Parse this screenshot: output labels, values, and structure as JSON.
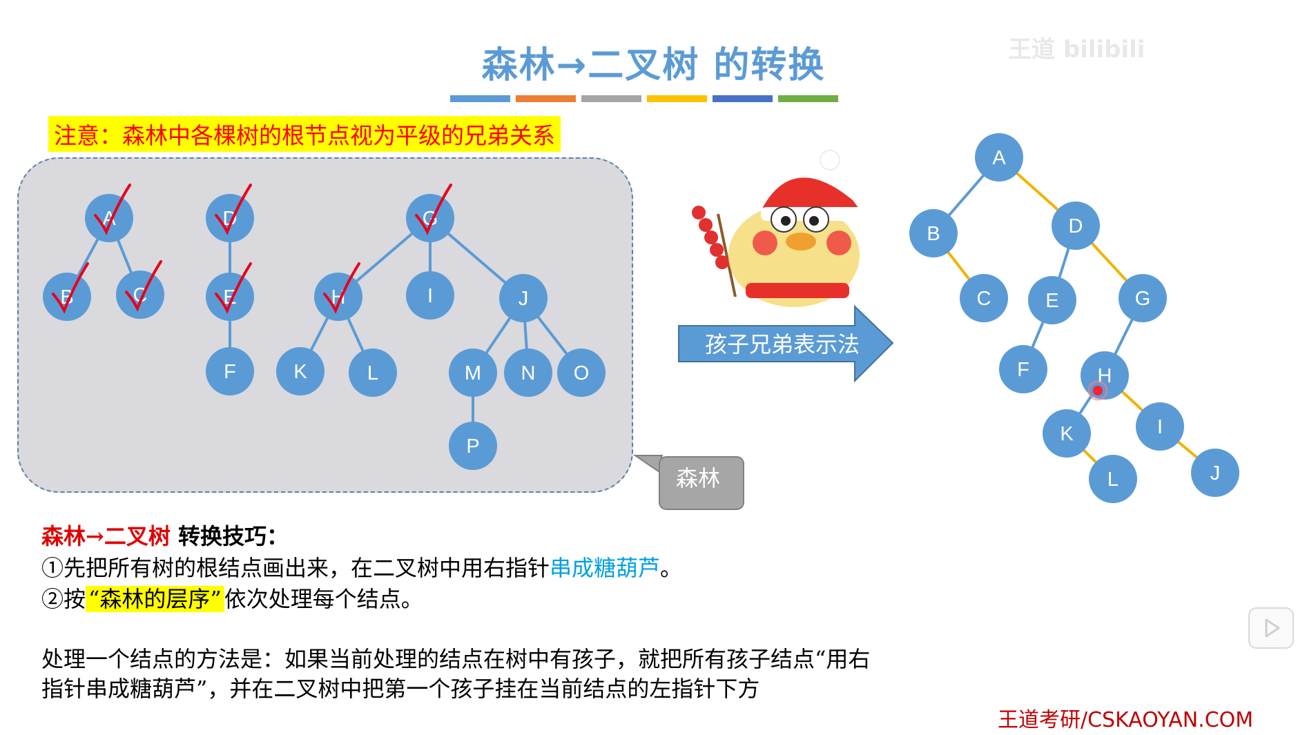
{
  "title": "森林→二叉树 的转换",
  "watermark": "王道 bilibili",
  "colors": {
    "node": "#5b9bd5",
    "binary_right_edge": "#f0b400",
    "binary_left_edge": "#5b9bd5",
    "check": "#e8001c",
    "highlight": "#ffff00"
  },
  "colorbar": [
    "#5b9bd5",
    "#ed7d31",
    "#a5a5a5",
    "#ffc000",
    "#4472c4",
    "#70ad47"
  ],
  "note": "注意：森林中各棵树的根节点视为平级的兄弟关系",
  "forest": {
    "callout": "森林",
    "nodes": [
      {
        "id": "A",
        "label": "A"
      },
      {
        "id": "B",
        "label": "B"
      },
      {
        "id": "C",
        "label": "C"
      },
      {
        "id": "D",
        "label": "D"
      },
      {
        "id": "E",
        "label": "E"
      },
      {
        "id": "F",
        "label": "F"
      },
      {
        "id": "G",
        "label": "G"
      },
      {
        "id": "H",
        "label": "H"
      },
      {
        "id": "I",
        "label": "I"
      },
      {
        "id": "J",
        "label": "J"
      },
      {
        "id": "K",
        "label": "K"
      },
      {
        "id": "L",
        "label": "L"
      },
      {
        "id": "M",
        "label": "M"
      },
      {
        "id": "N",
        "label": "N"
      },
      {
        "id": "O",
        "label": "O"
      },
      {
        "id": "P",
        "label": "P"
      }
    ],
    "edges": [
      [
        "A",
        "B"
      ],
      [
        "A",
        "C"
      ],
      [
        "D",
        "E"
      ],
      [
        "E",
        "F"
      ],
      [
        "G",
        "H"
      ],
      [
        "G",
        "I"
      ],
      [
        "G",
        "J"
      ],
      [
        "H",
        "K"
      ],
      [
        "H",
        "L"
      ],
      [
        "J",
        "M"
      ],
      [
        "J",
        "N"
      ],
      [
        "J",
        "O"
      ],
      [
        "M",
        "P"
      ]
    ],
    "checked": [
      "A",
      "B",
      "C",
      "D",
      "E",
      "G",
      "H"
    ]
  },
  "arrow_label": "孩子兄弟表示法",
  "binary_tree": {
    "nodes": [
      {
        "id": "A",
        "label": "A"
      },
      {
        "id": "B",
        "label": "B"
      },
      {
        "id": "C",
        "label": "C"
      },
      {
        "id": "D",
        "label": "D"
      },
      {
        "id": "E",
        "label": "E"
      },
      {
        "id": "F",
        "label": "F"
      },
      {
        "id": "G",
        "label": "G"
      },
      {
        "id": "H",
        "label": "H"
      },
      {
        "id": "I",
        "label": "I"
      },
      {
        "id": "J",
        "label": "J"
      },
      {
        "id": "K",
        "label": "K"
      },
      {
        "id": "L",
        "label": "L"
      }
    ],
    "edges": [
      {
        "from": "A",
        "to": "B",
        "side": "left"
      },
      {
        "from": "A",
        "to": "D",
        "side": "right"
      },
      {
        "from": "B",
        "to": "C",
        "side": "right"
      },
      {
        "from": "D",
        "to": "E",
        "side": "left"
      },
      {
        "from": "D",
        "to": "G",
        "side": "right"
      },
      {
        "from": "E",
        "to": "F",
        "side": "left"
      },
      {
        "from": "G",
        "to": "H",
        "side": "left"
      },
      {
        "from": "H",
        "to": "K",
        "side": "left"
      },
      {
        "from": "H",
        "to": "I",
        "side": "right"
      },
      {
        "from": "K",
        "to": "L",
        "side": "right"
      },
      {
        "from": "I",
        "to": "J",
        "side": "right"
      }
    ]
  },
  "tips": {
    "head_red": "森林→二叉树",
    "head_black": " 转换技巧：",
    "tip1_a": "①先把所有树的根结点画出来，在二叉树中用右指针",
    "tip1_b": "串成糖葫芦",
    "tip1_c": "。",
    "tip2_a": "②按",
    "tip2_b": "“森林的层序”",
    "tip2_c": "依次处理每个结点。",
    "method_1": "处理一个结点的方法是：如果当前处理的结点在树中有孩子，就把所有孩子结点“用右",
    "method_2": "指针串成糖葫芦”，并在二叉树中把第一个孩子挂在当前结点的左指针下方"
  },
  "source": "王道考研/CSKAOYAN.COM"
}
